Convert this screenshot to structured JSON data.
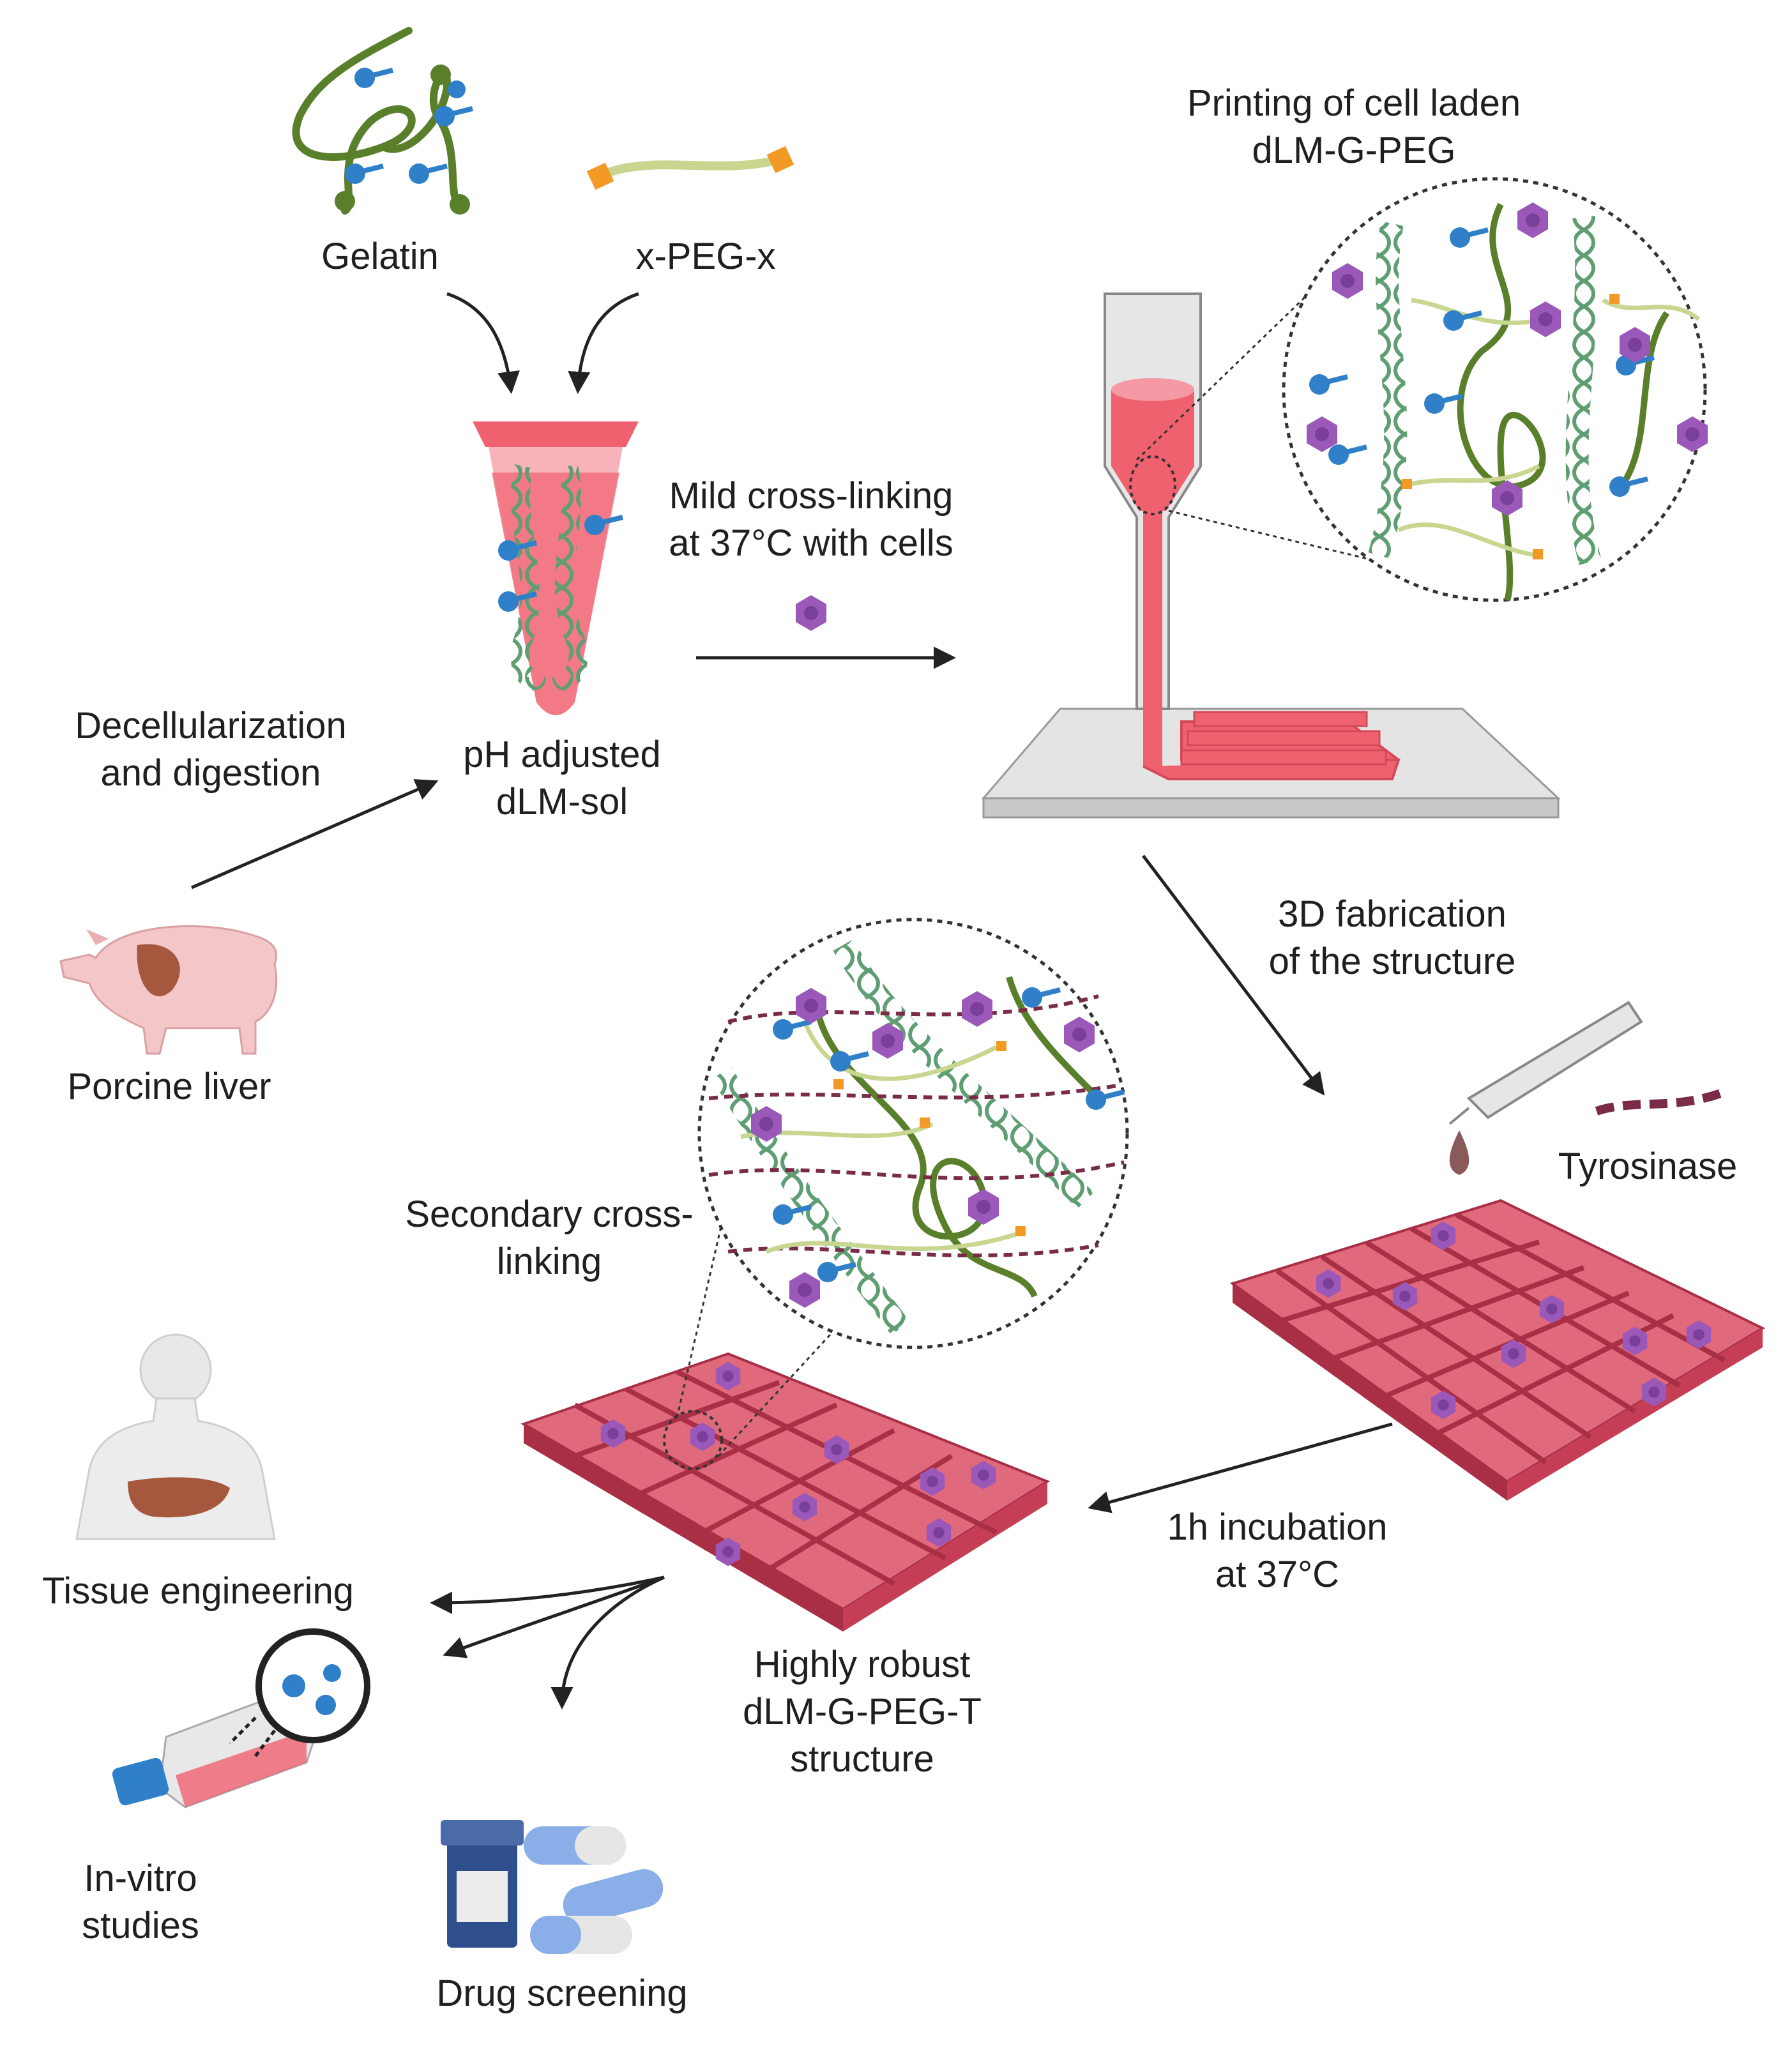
{
  "labels": {
    "gelatin": "Gelatin",
    "xpeg": "x-PEG-x",
    "printing_line1": "Printing of cell laden",
    "printing_line2": "dLM-G-PEG",
    "mild_line1": "Mild cross-linking",
    "mild_line2": "at 37°C with cells",
    "decell_line1": "Decellularization",
    "decell_line2": "and digestion",
    "ph_line1": "pH adjusted",
    "ph_line2": "dLM-sol",
    "porcine": "Porcine liver",
    "fab_line1": "3D fabrication",
    "fab_line2": "of the structure",
    "tyrosinase": "Tyrosinase",
    "secondary_line1": "Secondary cross-",
    "secondary_line2": "linking",
    "tissue": "Tissue engineering",
    "incubation_line1": "1h incubation",
    "incubation_line2": "at 37°C",
    "robust_line1": "Highly robust",
    "robust_line2": "dLM-G-PEG-T",
    "robust_line3": "structure",
    "invitro_line1": "In-vitro",
    "invitro_line2": "studies",
    "drug": "Drug screening"
  },
  "colors": {
    "gelatin_strand": "#5a7f2b",
    "helix": "#5f9e72",
    "blue_group": "#2f80c8",
    "green_end": "#5a7f2b",
    "peg_linker": "#c8d690",
    "peg_end": "#f29a25",
    "cell": "#9a59b8",
    "cell_nucleus": "#7a3f98",
    "tyrosinase_chain": "#7a2b48",
    "hydrogel": "#f07885",
    "scaffold": "#d6485f",
    "scaffold_dark": "#a82f45",
    "arrow": "#222222"
  },
  "icons": [
    "pig-icon",
    "human-liver-icon",
    "culture-flask-icon",
    "pipette-icon",
    "drug-bottle-icon",
    "capsule-icon",
    "printer-nozzle-icon",
    "tube-icon"
  ]
}
